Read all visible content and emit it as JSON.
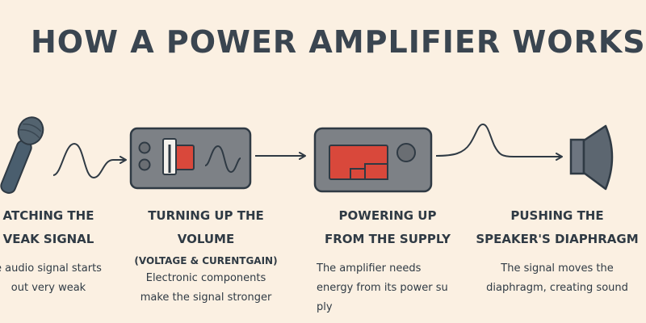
{
  "title": "HOW A POWER AMPLIFIER WORKS",
  "colors": {
    "background": "#fbf0e2",
    "text": "#2f3a44",
    "device_body": "#7d8186",
    "accent_red": "#d9483b"
  },
  "icons": [
    "microphone-icon",
    "preamp-control-icon",
    "amplifier-unit-icon",
    "speaker-icon"
  ],
  "steps": [
    {
      "title_line1": "ATCHING THE",
      "title_line2": "VEAK SIGNAL",
      "description": "e audio signal starts out very weak"
    },
    {
      "title_line1": "TURNING UP THE",
      "title_line2": "VOLUME",
      "subtitle": "(VOLTAGE & CURENTGAIN)",
      "description": "Electronic components make the signal stronger"
    },
    {
      "title_line1": "POWERING UP",
      "title_line2": "FROM THE SUPPLY",
      "description": "The amplifier needs energy from its power su ply"
    },
    {
      "title_line1": "PUSHING THE",
      "title_line2": "SPEAKER'S DIAPHRAGM",
      "description": "The signal moves the diaphragm, creating sound"
    }
  ]
}
